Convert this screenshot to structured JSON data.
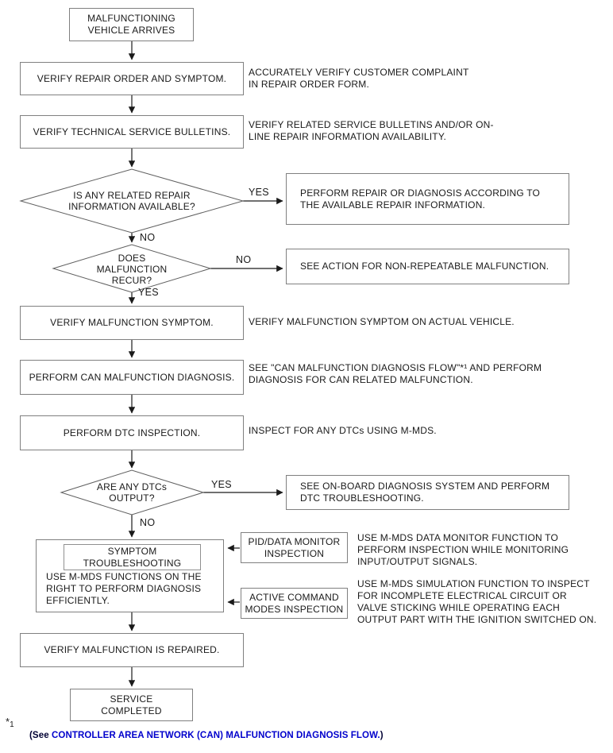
{
  "nodes": {
    "start": "MALFUNCTIONING\nVEHICLE ARRIVES",
    "verify_repair_order": "VERIFY REPAIR ORDER AND SYMPTOM.",
    "verify_bulletins": "VERIFY TECHNICAL SERVICE BULLETINS.",
    "decision_repair_info": "IS ANY RELATED REPAIR\nINFORMATION AVAILABLE?",
    "perform_repair_info": "PERFORM REPAIR OR DIAGNOSIS ACCORDING TO\nTHE AVAILABLE REPAIR INFORMATION.",
    "decision_recur": "DOES\nMALFUNCTION\nRECUR?",
    "non_repeatable": "SEE ACTION FOR NON-REPEATABLE MALFUNCTION.",
    "verify_symptom": "VERIFY MALFUNCTION SYMPTOM.",
    "can_diagnosis": "PERFORM CAN MALFUNCTION DIAGNOSIS.",
    "dtc_inspection": "PERFORM DTC INSPECTION.",
    "decision_dtc": "ARE ANY DTCs\nOUTPUT?",
    "onboard_diagnosis": "SEE ON-BOARD DIAGNOSIS SYSTEM AND PERFORM\nDTC TROUBLESHOOTING.",
    "symptom_title": "SYMPTOM\nTROUBLESHOOTING",
    "symptom_body": "USE M-MDS FUNCTIONS ON THE\nRIGHT TO PERFORM DIAGNOSIS\nEFFICIENTLY.",
    "pid_monitor": "PID/DATA MONITOR\nINSPECTION",
    "active_command": "ACTIVE COMMAND\nMODES INSPECTION",
    "verify_repaired": "VERIFY MALFUNCTION IS REPAIRED.",
    "service_completed": "SERVICE\nCOMPLETED"
  },
  "annotations": {
    "repair_order": "ACCURATELY VERIFY CUSTOMER COMPLAINT\nIN REPAIR ORDER FORM.",
    "bulletins": "VERIFY RELATED SERVICE BULLETINS AND/OR ON-\nLINE REPAIR INFORMATION AVAILABILITY.",
    "symptom": "VERIFY MALFUNCTION SYMPTOM ON ACTUAL VEHICLE.",
    "can": "SEE \"CAN MALFUNCTION DIAGNOSIS FLOW\"*¹ AND PERFORM\nDIAGNOSIS FOR CAN RELATED MALFUNCTION.",
    "dtc": "INSPECT FOR ANY DTCs USING M-MDS.",
    "pid": "USE M-MDS DATA MONITOR FUNCTION TO\nPERFORM INSPECTION WHILE MONITORING\nINPUT/OUTPUT SIGNALS.",
    "active": "USE M-MDS SIMULATION FUNCTION TO INSPECT\nFOR INCOMPLETE ELECTRICAL CIRCUIT OR\nVALVE STICKING WHILE OPERATING EACH\nOUTPUT PART WITH THE IGNITION SWITCHED ON."
  },
  "edge_labels": {
    "yes1": "YES",
    "no1": "NO",
    "no2": "NO",
    "yes2": "YES",
    "yes3": "YES",
    "no3": "NO"
  },
  "footnote": {
    "star": "*",
    "num": "1",
    "prefix": "(See ",
    "link": "CONTROLLER AREA NETWORK (CAN) MALFUNCTION DIAGNOSIS FLOW.",
    "suffix": ")"
  },
  "colors": {
    "line": "#1a1a1a",
    "box_border": "#808080",
    "diamond_border": "#5f5f5f",
    "link_blue": "#0000CC",
    "footer_dark": "#000033"
  }
}
